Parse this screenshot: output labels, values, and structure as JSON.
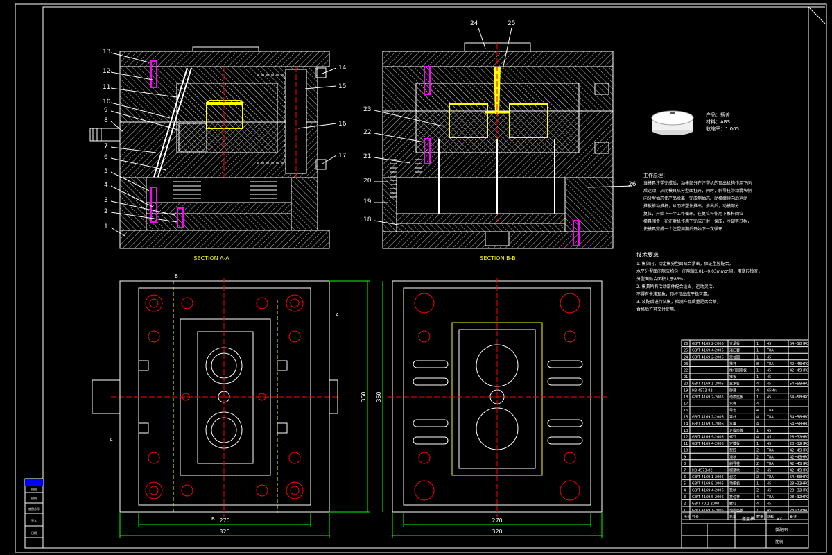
{
  "colors": {
    "background": "#000000",
    "frame": "#ffffff",
    "hatch": "#c8c8c8",
    "part_outline": "#ffff00",
    "center_line": "#ff0000",
    "bolt": "#ff00ff",
    "dimension": "#00ff00",
    "pin": "#00ffff",
    "title_block_blue": "#0000ff"
  },
  "section_labels": {
    "aa": "SECTION A-A",
    "bb": "SECTION B-B"
  },
  "callouts_left": [
    "13",
    "12",
    "11",
    "10",
    "9",
    "8",
    "7",
    "6",
    "5",
    "4",
    "3",
    "2",
    "1"
  ],
  "callouts_mid_right": [
    "14",
    "15",
    "16",
    "17"
  ],
  "callouts_right_top": [
    "24",
    "25"
  ],
  "callouts_right_left": [
    "23",
    "22",
    "21",
    "20",
    "19",
    "18"
  ],
  "callout_right_side": "26",
  "cut_markers": {
    "a": "A",
    "b": "B"
  },
  "dimensions": {
    "left_width_inner": "270",
    "left_width_outer": "320",
    "left_height": "350",
    "right_width_inner": "270",
    "right_width_outer": "320",
    "right_height": "350"
  },
  "product_info": {
    "name": "产品：瓶盖",
    "material": "材料：ABS",
    "shrinkage": "收缩率：1.005"
  },
  "working_principle": {
    "title": "工作原理：",
    "lines": [
      "当模具注塑完成后，动模部分在注塑机的顶出机构作用下向",
      "后运动，从而模具从分型面打开，同时，斜导柱带动滑块侧",
      "向分型抽芯使产品脱离，完成侧抽芯。动模继续向后运动",
      "推板推动推杆，从而将塑件推出。推出后，动模部分",
      "复位，开始下一个工作循环。在复位杆作用下推杆回位",
      "模具闭合，在注射机作用下完成注射，保压，冷却等过程，",
      "使模具完成一个注塑周期后开始下一次循环"
    ]
  },
  "tech_requirements": {
    "title": "技术要求",
    "lines": [
      "1. 模架内，动定模分型面贴合紧密，保证型腔配合。",
      "水平分型面间隙应均匀，间隙值0.01~0.03mm之间，用塞尺检查，",
      "分型面贴合面积大于85%。",
      "2. 模具所有活动部件配合适当，运动灵活。",
      "不得有卡滞现象，顶杆顶出应平稳可靠。",
      "3. 装配后进行试模，检测产品质量是否合格，",
      "合格后方可交付使用。"
    ]
  },
  "bom_rows": [
    {
      "no": "26",
      "std": "GB/T 4169.2-2006",
      "name": "支承板",
      "qty": "1",
      "mat": "45",
      "note": "54~58HRC"
    },
    {
      "no": "25",
      "std": "GB/T 4169.4-2006",
      "name": "浇口套",
      "qty": "1",
      "mat": "T8A",
      "note": ""
    },
    {
      "no": "24",
      "std": "GB/T 4169.2-2006",
      "name": "定位圈",
      "qty": "1",
      "mat": "45",
      "note": ""
    },
    {
      "no": "23",
      "std": "",
      "name": "推杆",
      "qty": "8",
      "mat": "T8A",
      "note": "42~45HRC"
    },
    {
      "no": "22",
      "std": "",
      "name": "推杆固定板",
      "qty": "1",
      "mat": "45",
      "note": "42~45HRC"
    },
    {
      "no": "21",
      "std": "",
      "name": "推板",
      "qty": "1",
      "mat": "45",
      "note": ""
    },
    {
      "no": "20",
      "std": "GB/T 4169.1-2006",
      "name": "支承钉",
      "qty": "4",
      "mat": "45",
      "note": "54~58HRC"
    },
    {
      "no": "19",
      "std": "HB 4573-82",
      "name": "弹簧",
      "qty": "4",
      "mat": "65Mn",
      "note": ""
    },
    {
      "no": "18",
      "std": "GB/T 4169.2-2006",
      "name": "动模座板",
      "qty": "1",
      "mat": "45",
      "note": "54~58HRC"
    },
    {
      "no": "17",
      "std": "",
      "name": "水嘴",
      "qty": "4",
      "mat": "",
      "note": ""
    },
    {
      "no": "16",
      "std": "",
      "name": "导套",
      "qty": "4",
      "mat": "T8A",
      "note": ""
    },
    {
      "no": "15",
      "std": "GB/T 4169.2-2006",
      "name": "导柱",
      "qty": "4",
      "mat": "T8A",
      "note": "54~58HRC"
    },
    {
      "no": "14",
      "std": "GB/T 4169.1-2006",
      "name": "水嘴",
      "qty": "4",
      "mat": "",
      "note": "54~58HRC"
    },
    {
      "no": "13",
      "std": "",
      "name": "定模座板",
      "qty": "1",
      "mat": "45",
      "note": ""
    },
    {
      "no": "12",
      "std": "GB/T 4169.9-2006",
      "name": "螺钉",
      "qty": "4",
      "mat": "45",
      "note": "28~32HRC"
    },
    {
      "no": "11",
      "std": "GB/T 4169.4-2006",
      "name": "定模板",
      "qty": "1",
      "mat": "45",
      "note": "28~32HRC"
    },
    {
      "no": "10",
      "std": "",
      "name": "型腔",
      "qty": "2",
      "mat": "T8A",
      "note": "42~45HRC"
    },
    {
      "no": "9",
      "std": "",
      "name": "滑块",
      "qty": "2",
      "mat": "T8A",
      "note": "42~45HRC"
    },
    {
      "no": "8",
      "std": "",
      "name": "斜导柱",
      "qty": "2",
      "mat": "T8A",
      "note": "42~45HRC"
    },
    {
      "no": "7",
      "std": "HB 4573-82",
      "name": "楔紧块",
      "qty": "2",
      "mat": "45",
      "note": "42~45HRC"
    },
    {
      "no": "6",
      "std": "GB/T 4169.1-2006",
      "name": "型芯",
      "qty": "2",
      "mat": "T8A",
      "note": "54~58HRC"
    },
    {
      "no": "5",
      "std": "GB/T 4169.9-2006",
      "name": "动模板",
      "qty": "1",
      "mat": "45",
      "note": "28~32HRC"
    },
    {
      "no": "4",
      "std": "GB/T 4169.4-2006",
      "name": "垫块",
      "qty": "2",
      "mat": "45",
      "note": "28~32HRC"
    },
    {
      "no": "3",
      "std": "GB/T 4169.5-2006",
      "name": "复位杆",
      "qty": "4",
      "mat": "T8A",
      "note": "28~32HRC"
    },
    {
      "no": "2",
      "std": "GB/T 70.1-2000",
      "name": "螺钉",
      "qty": "4",
      "mat": "45",
      "note": ""
    },
    {
      "no": "1",
      "std": "GB/T 4169.1-2006",
      "name": "动模座板",
      "qty": "1",
      "mat": "45",
      "note": "28~32HRC"
    }
  ],
  "bom_header": {
    "no": "序号",
    "std": "代号",
    "name": "名称",
    "qty": "数量",
    "mat": "材料",
    "note": "备注"
  },
  "title_block": {
    "org": "XX",
    "title": "瓶盖模",
    "drawing": "装配图",
    "scale": "比例"
  },
  "left_strip_labels": [
    "描图",
    "描校",
    "底图总号",
    "签字",
    "日期"
  ]
}
